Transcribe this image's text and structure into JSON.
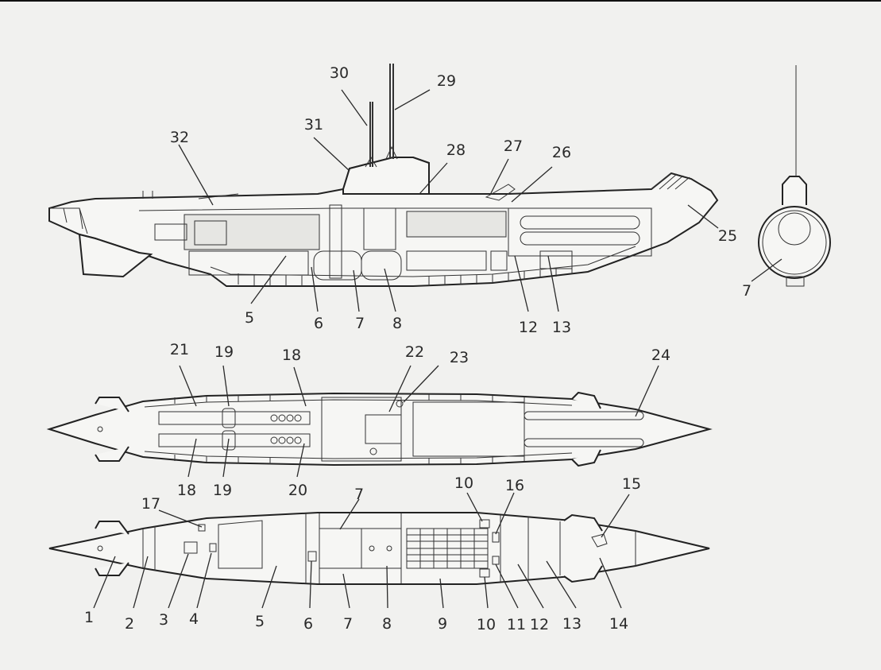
{
  "side_view_labels": [
    "32",
    "31",
    "30",
    "29",
    "28",
    "27",
    "26",
    "25",
    "5",
    "6",
    "7",
    "8",
    "12",
    "13"
  ],
  "end_view_labels": [
    "7"
  ],
  "top_section_labels": [
    "21",
    "19",
    "18",
    "22",
    "23",
    "24",
    "18",
    "19",
    "20"
  ],
  "plan_view_labels": [
    "17",
    "7",
    "10",
    "16",
    "15",
    "1",
    "2",
    "3",
    "4",
    "5",
    "6",
    "7",
    "8",
    "9",
    "10",
    "11",
    "12",
    "13",
    "14"
  ],
  "colors": {
    "ink": "#2a2a2a",
    "paper": "#f1f1ef",
    "frame_line": "#111111"
  }
}
